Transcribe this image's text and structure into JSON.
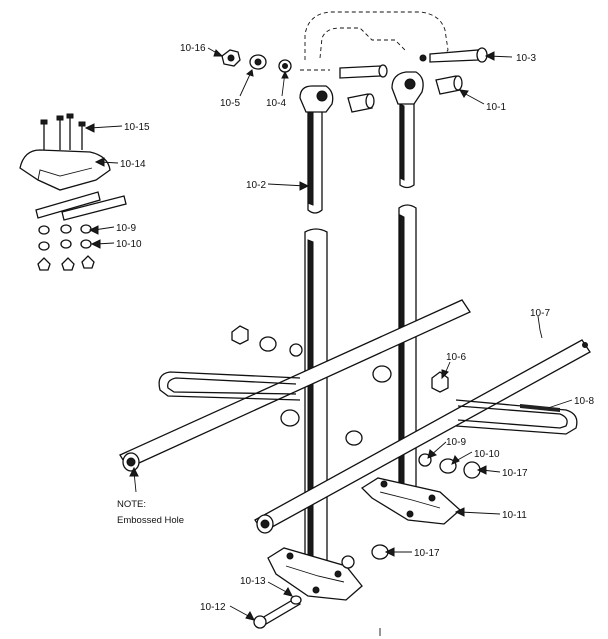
{
  "diagram": {
    "callouts": {
      "c10_16": "10-16",
      "c10_5": "10-5",
      "c10_4": "10-4",
      "c10_3": "10-3",
      "c10_1": "10-1",
      "c10_2": "10-2",
      "c10_15": "10-15",
      "c10_14": "10-14",
      "c10_9a": "10-9",
      "c10_10a": "10-10",
      "c10_7": "10-7",
      "c10_6": "10-6",
      "c10_8": "10-8",
      "c10_9b": "10-9",
      "c10_10b": "10-10",
      "c10_17a": "10-17",
      "c10_11": "10-11",
      "c10_17b": "10-17",
      "c10_13": "10-13",
      "c10_12": "10-12"
    },
    "note": {
      "line1": "NOTE:",
      "line2": "Embossed Hole"
    }
  }
}
